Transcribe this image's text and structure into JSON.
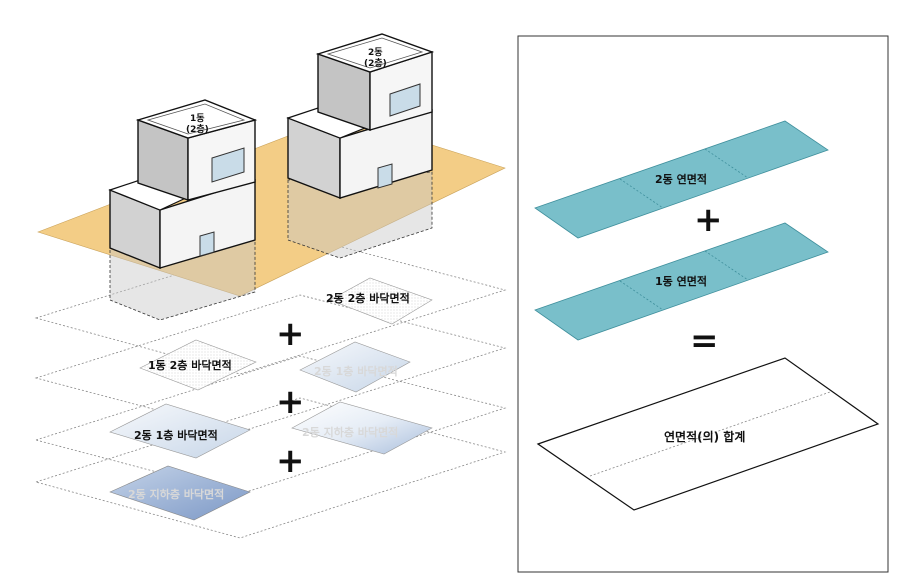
{
  "buildings": {
    "b1_label_line1": "1동",
    "b1_label_line2": "(2층)",
    "b2_label_line1": "2동",
    "b2_label_line2": "(2층)"
  },
  "floor_layers": {
    "b2_2f": "2동 2층 바닥면적",
    "b1_2f": "1동 2층 바닥면적",
    "b2_1f_upper": "2동 1층 바닥면적",
    "b2_1f": "2동 1층 바닥면적",
    "b2_basement_upper": "2동 지하층 바닥면적",
    "b2_basement": "2동 지하층 바닥면적",
    "plus": "+"
  },
  "summary": {
    "b2_total": "2동 연면적",
    "b1_total": "1동 연면적",
    "plus": "+",
    "equals": "=",
    "sum": "연면적(의) 합계"
  },
  "colors": {
    "site": "#f3cd86",
    "teal": "#79bfca",
    "blue_floor": "#8fa8cf",
    "light_floor": "#dfe8f2",
    "wall_light": "#f4f4f4",
    "wall_dark": "#b8b8b8"
  }
}
